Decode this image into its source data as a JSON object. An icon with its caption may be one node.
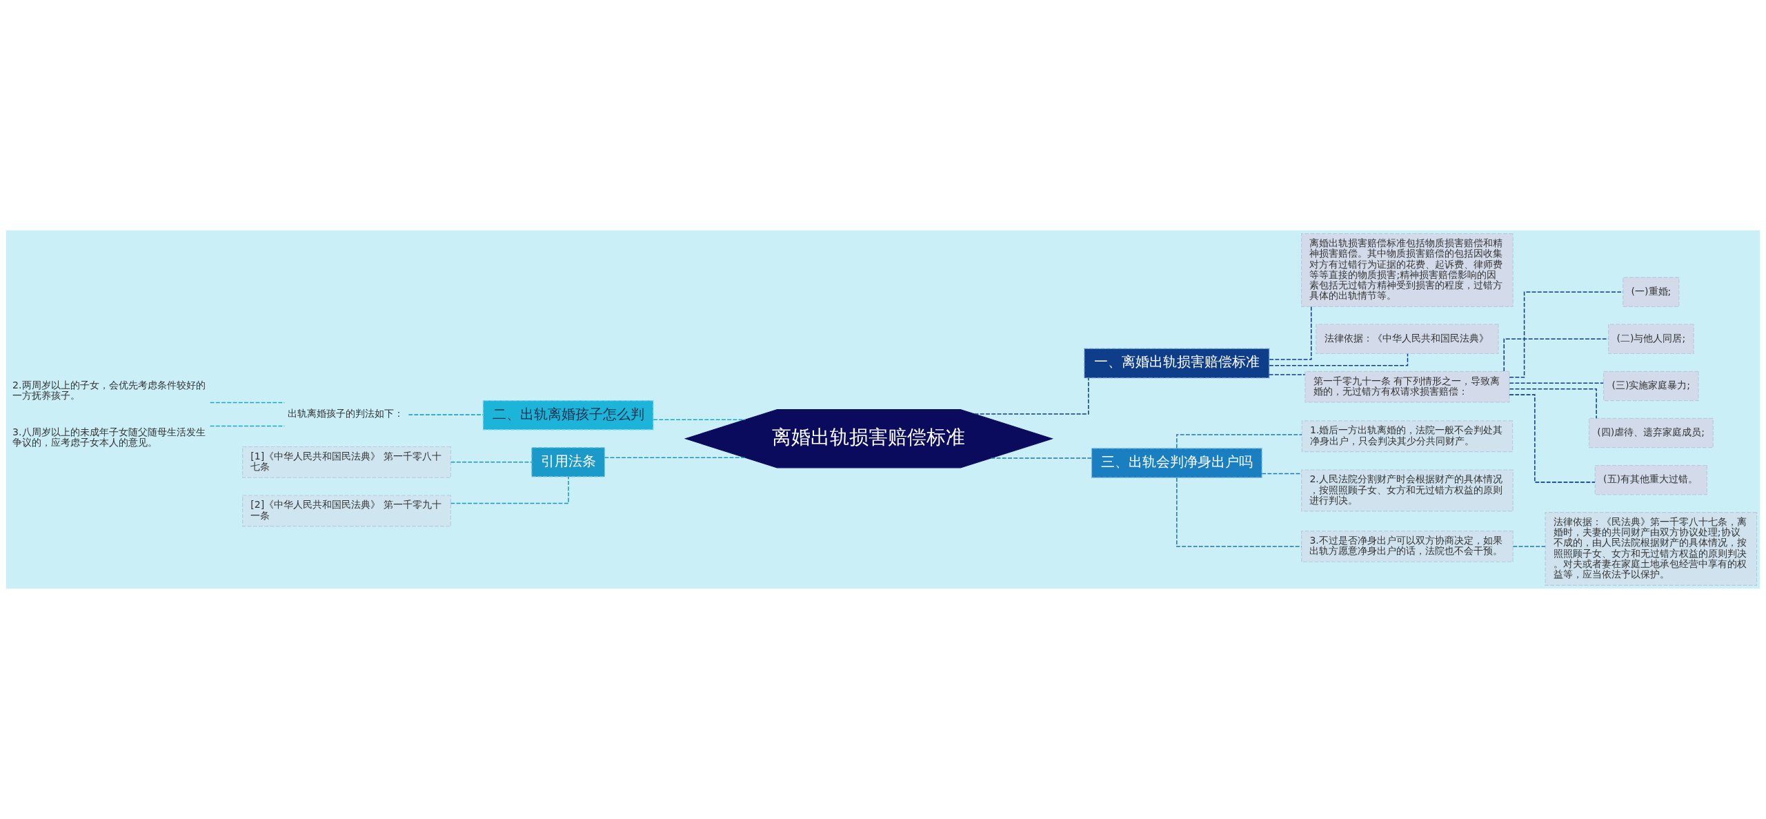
{
  "diagram": {
    "nodes": [
      {
        "text": [
          "离婚出轨损害赔偿标准"
        ]
      },
      {
        "text": [
          "一、离婚出轨损害赔偿标准"
        ]
      },
      {
        "text": [
          "离婚出轨损害赔偿标准包括物质损害赔偿和精神损害赔偿。其中物质损害赔偿的包括因收集对方有过错行为证据的花费、起诉费、律师费等等直接的物质损害;精神损害赔偿影响的因素包括无过错方精神受到损害的程度，过错方具体的出轨情节等。"
        ]
      },
      {
        "text": [
          "法律依据：《中华人民共和国民法典》"
        ]
      },
      {
        "text": [
          "第一千零九十一条 有下列情形之一，导致离婚的，无过错方有权请求损害赔偿："
        ]
      },
      {
        "text": [
          "(一)重婚;"
        ]
      },
      {
        "text": [
          "(二)与他人同居;"
        ]
      },
      {
        "text": [
          "(三)实施家庭暴力;"
        ]
      },
      {
        "text": [
          "(四)虐待、遗弃家庭成员;"
        ]
      },
      {
        "text": [
          "(五)有其他重大过错。"
        ]
      },
      {
        "text": [
          "二、出轨离婚孩子怎么判"
        ]
      },
      {
        "text": [
          "出轨离婚孩子的判法如下："
        ]
      },
      {
        "text": [
          "2.两周岁以上的子女，会优先考虑条件较好的一方抚养孩子。"
        ]
      },
      {
        "text": [
          "3.八周岁以上的未成年子女随父随母生活发生争议的，应考虑子女本人的意见。"
        ]
      },
      {
        "text": [
          "三、出轨会判净身出户吗"
        ]
      },
      {
        "text": [
          "1.婚后一方出轨离婚的，法院一般不会判处其净身出户，只会判决其少分共同财产。"
        ]
      },
      {
        "text": [
          "2.人民法院分割财产时会根据财产的具体情况，按照照顾子女、女方和无过错方权益的原则进行判决。"
        ]
      },
      {
        "text": [
          "3.不过是否净身出户可以双方协商决定，如果出轨方愿意净身出户的话，法院也不会干预。"
        ]
      },
      {
        "text": [
          "法律依据：《民法典》第一千零八十七条，离婚时，夫妻的共同财产由双方协议处理;协议不成的，由人民法院根据财产的具体情况，按照照顾子女、女方和无过错方权益的原则判决。对夫或者妻在家庭土地承包经营中享有的权益等，应当依法予以保护。"
        ]
      },
      {
        "text": [
          "引用法条"
        ]
      },
      {
        "text": [
          "[1]《中华人民共和国民法典》 第一千零八十七条"
        ]
      },
      {
        "text": [
          "[2]《中华人民共和国民法典》 第一千零九十一条"
        ]
      }
    ],
    "edges": [
      {
        "from": 0,
        "to": 1,
        "arrow": "none",
        "style": "dashed",
        "color": "#0e3d8a"
      },
      {
        "from": 1,
        "to": 2,
        "arrow": "none",
        "style": "dashed",
        "color": "#0e3d8a"
      },
      {
        "from": 1,
        "to": 3,
        "arrow": "none",
        "style": "dashed",
        "color": "#0e3d8a"
      },
      {
        "from": 1,
        "to": 4,
        "arrow": "none",
        "style": "dashed",
        "color": "#0e3d8a"
      },
      {
        "from": 4,
        "to": 5,
        "arrow": "none",
        "style": "dashed",
        "color": "#0e3d8a"
      },
      {
        "from": 4,
        "to": 6,
        "arrow": "none",
        "style": "dashed",
        "color": "#0e3d8a"
      },
      {
        "from": 4,
        "to": 7,
        "arrow": "none",
        "style": "dashed",
        "color": "#0e3d8a"
      },
      {
        "from": 4,
        "to": 8,
        "arrow": "none",
        "style": "dashed",
        "color": "#0e3d8a"
      },
      {
        "from": 4,
        "to": 9,
        "arrow": "none",
        "style": "dashed",
        "color": "#0e3d8a"
      },
      {
        "from": 10,
        "to": 0,
        "arrow": "none",
        "style": "dashed",
        "color": "#1aa7c9"
      },
      {
        "from": 11,
        "to": 10,
        "arrow": "none",
        "style": "dashed",
        "color": "#1aa7c9"
      },
      {
        "from": 12,
        "to": 11,
        "arrow": "none",
        "style": "dashed",
        "color": "#1aa7c9"
      },
      {
        "from": 13,
        "to": 11,
        "arrow": "none",
        "style": "dashed",
        "color": "#1aa7c9"
      },
      {
        "from": 0,
        "to": 14,
        "arrow": "none",
        "style": "dashed",
        "color": "#1d78b5"
      },
      {
        "from": 14,
        "to": 15,
        "arrow": "none",
        "style": "dashed",
        "color": "#1d78b5"
      },
      {
        "from": 14,
        "to": 16,
        "arrow": "none",
        "style": "dashed",
        "color": "#1d78b5"
      },
      {
        "from": 14,
        "to": 17,
        "arrow": "none",
        "style": "dashed",
        "color": "#1d78b5"
      },
      {
        "from": 17,
        "to": 18,
        "arrow": "none",
        "style": "dashed",
        "color": "#1d78b5"
      },
      {
        "from": 19,
        "to": 0,
        "arrow": "none",
        "style": "dashed",
        "color": "#1a97c4"
      },
      {
        "from": 20,
        "to": 19,
        "arrow": "none",
        "style": "dashed",
        "color": "#1a97c4"
      },
      {
        "from": 21,
        "to": 19,
        "arrow": "none",
        "style": "dashed",
        "color": "#1a97c4"
      }
    ]
  }
}
